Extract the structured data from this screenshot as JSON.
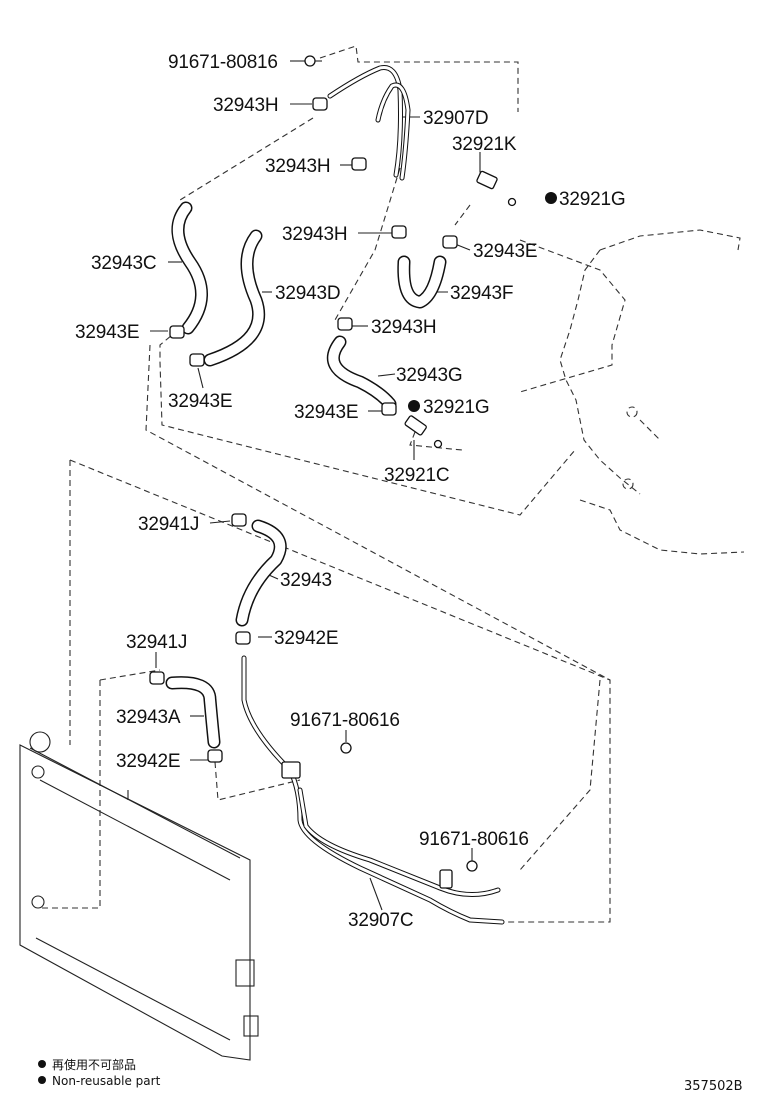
{
  "diagram": {
    "labels": {
      "p91671_80816": "91671-80816",
      "p32943H_a": "32943H",
      "p32907D": "32907D",
      "p32921K": "32921K",
      "p32943H_b": "32943H",
      "p32921G_a": "32921G",
      "p32943H_c": "32943H",
      "p32943E_a": "32943E",
      "p32943C": "32943C",
      "p32943D": "32943D",
      "p32943F": "32943F",
      "p32943E_b": "32943E",
      "p32943H_d": "32943H",
      "p32943G": "32943G",
      "p32943E_c": "32943E",
      "p32943E_d": "32943E",
      "p32921G_b": "32921G",
      "p32921C": "32921C",
      "p32941J_a": "32941J",
      "p32943": "32943",
      "p32942E_a": "32942E",
      "p32941J_b": "32941J",
      "p32943A": "32943A",
      "p91671_80616_a": "91671-80616",
      "p32942E_b": "32942E",
      "p91671_80616_b": "91671-80616",
      "p32907C": "32907C"
    },
    "legend": {
      "line_cn": "再使用不可部品",
      "line_en": "Non-reusable part"
    },
    "ref_number": "357502B"
  }
}
